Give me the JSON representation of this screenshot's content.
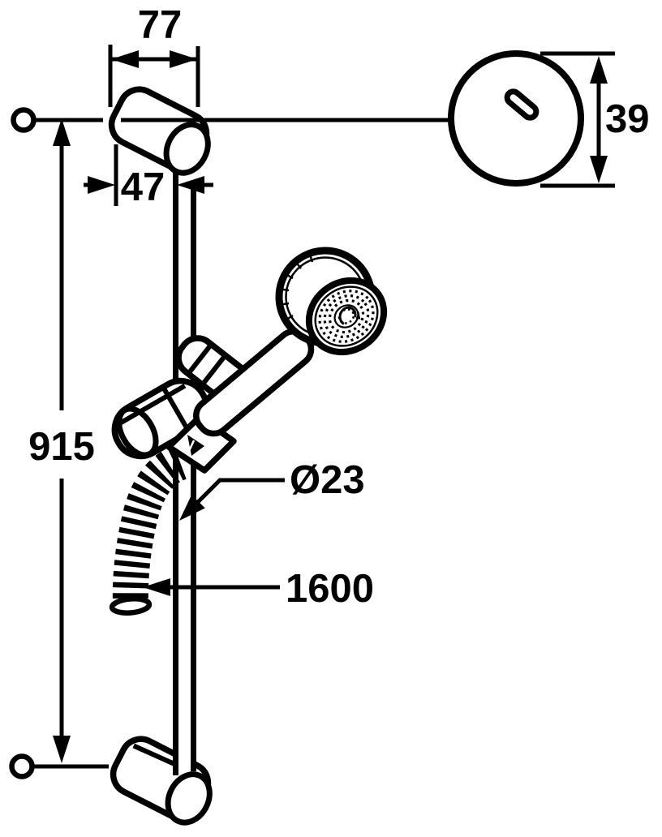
{
  "drawing": {
    "colors": {
      "line": "#000000",
      "background": "#ffffff"
    },
    "dimensions": {
      "bracket_width": "77",
      "wall_to_rail": "47",
      "escutcheon_diameter": "39",
      "rail_length": "915",
      "rail_diameter": "Ø23",
      "hose_length": "1600"
    }
  }
}
